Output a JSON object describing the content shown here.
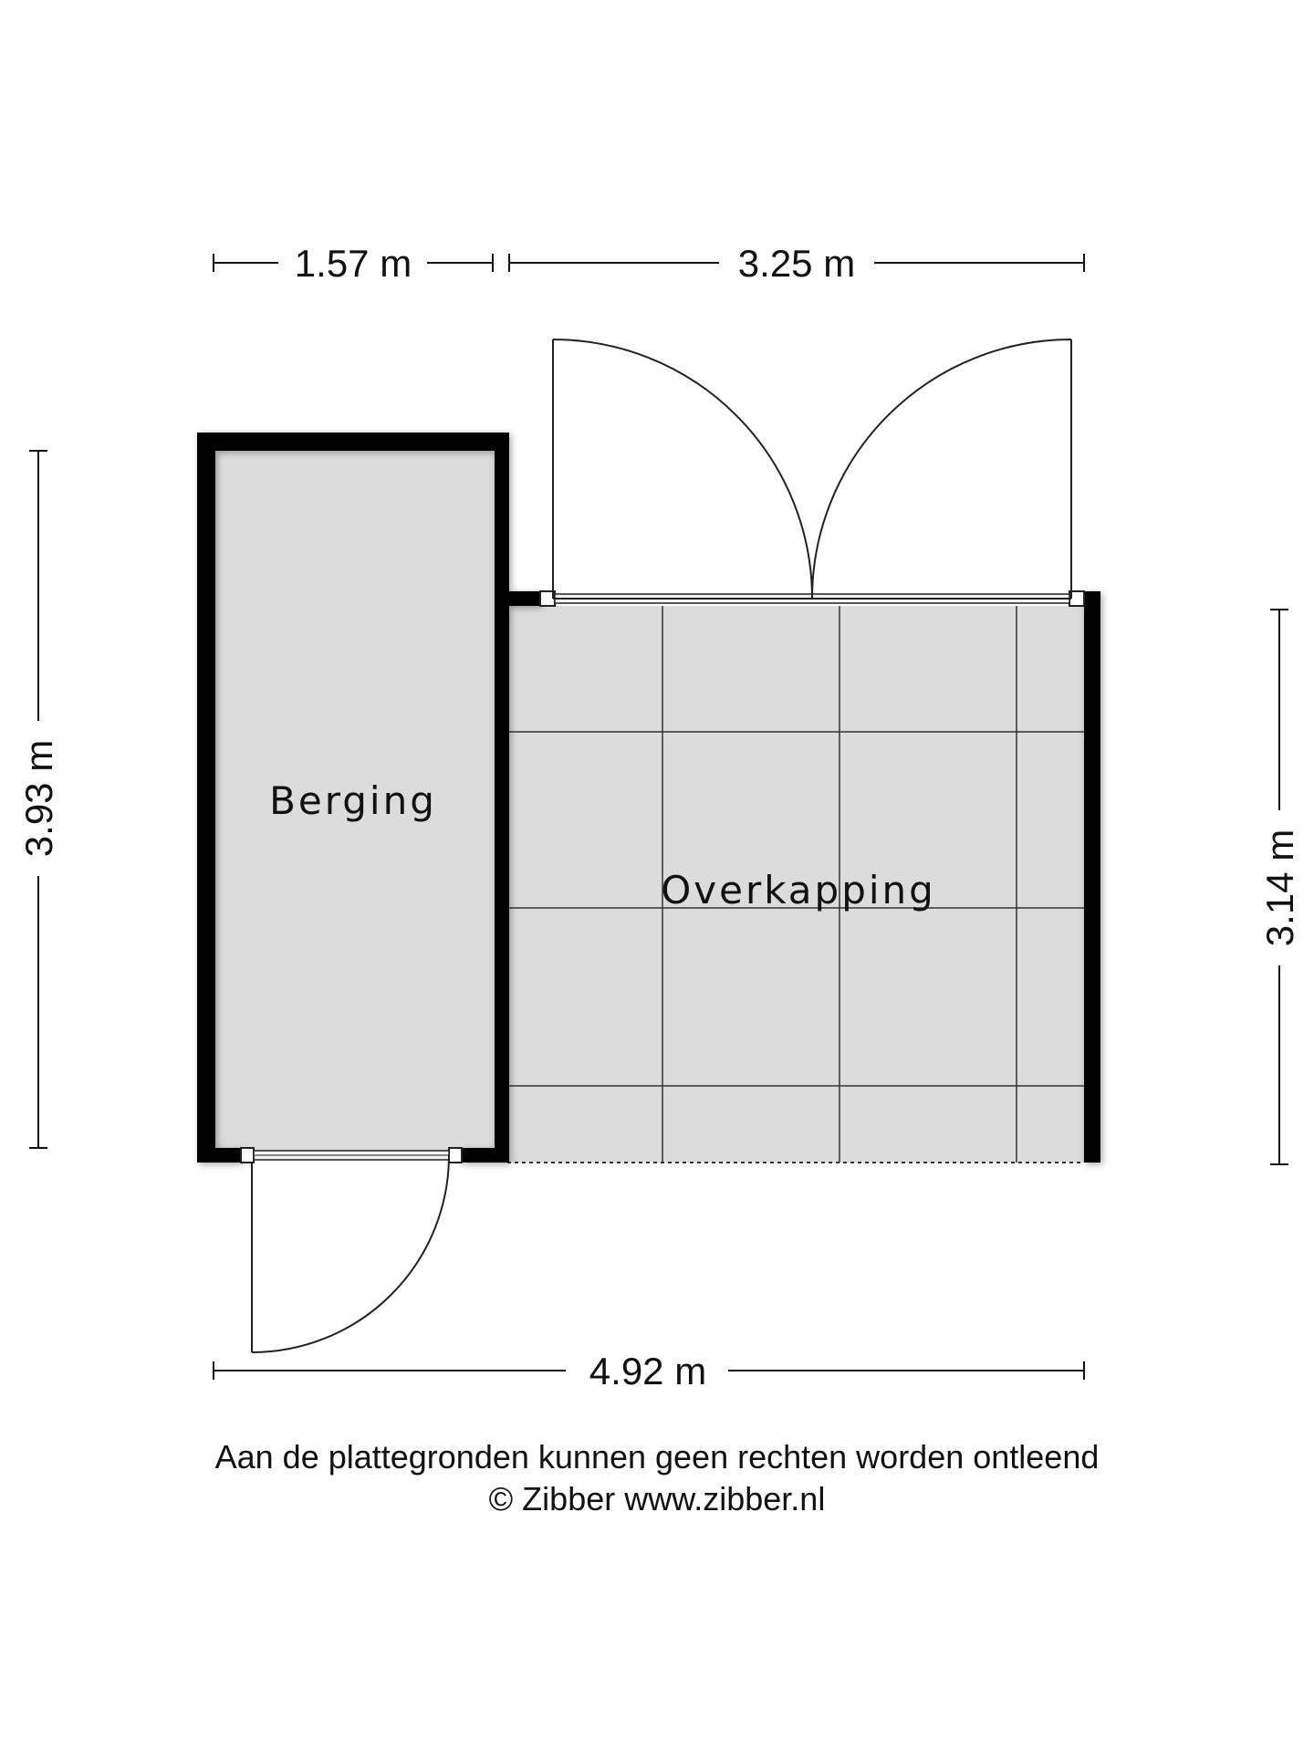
{
  "dimensions": {
    "top_left": "1.57 m",
    "top_right": "3.25 m",
    "left": "3.93 m",
    "right": "3.14 m",
    "bottom": "4.92 m"
  },
  "rooms": {
    "berging": "Berging",
    "overkapping": "Overkapping"
  },
  "footer": {
    "disclaimer": "Aan de plattegronden kunnen geen rechten worden ontleend",
    "copyright": "© Zibber www.zibber.nl"
  },
  "colors": {
    "wall": "#000000",
    "floor": "#dcdcdc",
    "line": "#222222"
  }
}
